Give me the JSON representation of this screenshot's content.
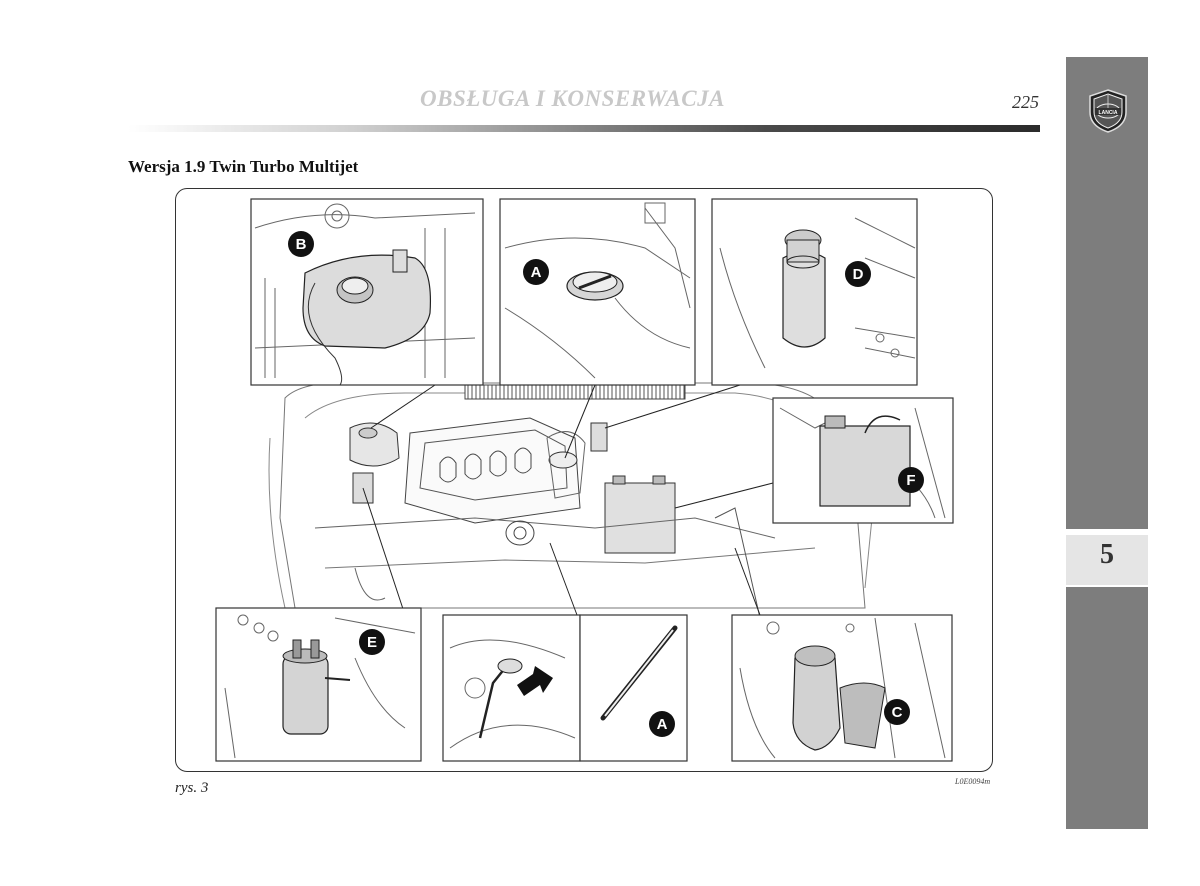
{
  "header": {
    "title": "OBSŁUGA I KONSERWACJA",
    "page_number": "225"
  },
  "brand": {
    "logo_text": "LANCIA"
  },
  "section": {
    "title": "Wersja 1.9  Twin Turbo Multijet"
  },
  "sidebar": {
    "chapter": "5"
  },
  "figure": {
    "markers": [
      "B",
      "A",
      "D",
      "F",
      "E",
      "A",
      "C"
    ],
    "caption": "rys. 3",
    "code": "L0E0094m"
  },
  "colors": {
    "tab": "#7d7d7d",
    "tab_active": "#e5e5e5",
    "marker": "#111111"
  }
}
